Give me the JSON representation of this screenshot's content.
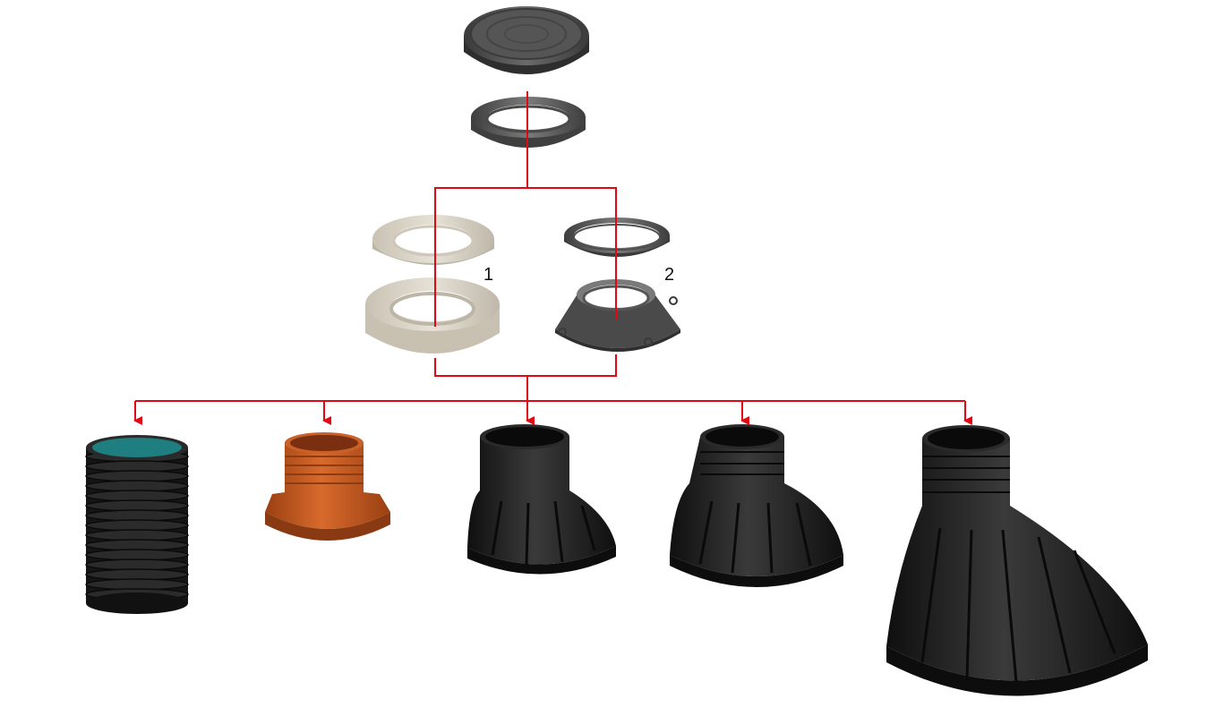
{
  "labels": {
    "option_1": "1",
    "option_2": "2"
  },
  "colors": {
    "connector": "#e30613",
    "cover": "#4a4a4a",
    "ring_dark": "#565656",
    "concrete": "#d9d4c8",
    "pipe_inner": "#1f7f80",
    "orange": "#c4581d",
    "black_body": "#1c1c1c"
  },
  "components": [
    "manhole-cover",
    "cover-ring",
    "concrete-adjust-ring",
    "concrete-load-ring",
    "rubber-adjust-ring",
    "load-cone",
    "corrugated-pipe",
    "orange-adapter",
    "black-shaft-small",
    "black-shaft-medium",
    "black-shaft-large"
  ]
}
